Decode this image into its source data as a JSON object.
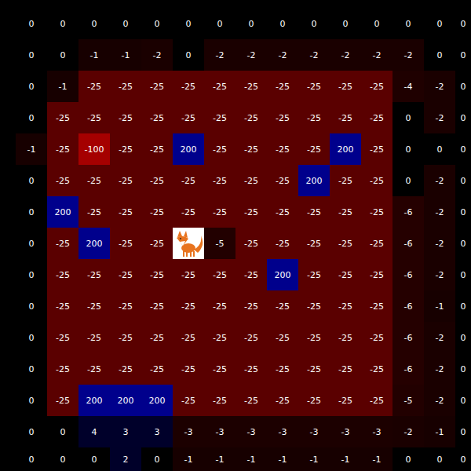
{
  "diagram": {
    "labels": [
      "0",
      "0",
      "0",
      "0",
      "0",
      "0",
      "0",
      "0",
      "0",
      "0",
      "0",
      "0",
      "0",
      "0",
      "0",
      "0",
      "0",
      "-1",
      "-1",
      "-2",
      "0",
      "-2",
      "-2",
      "-2",
      "-2",
      "-2",
      "-2",
      "-2",
      "0",
      "0",
      "0",
      "-1",
      "-25",
      "-25",
      "-25",
      "-25",
      "-25",
      "-25",
      "-25",
      "-25",
      "-25",
      "-25",
      "-4",
      "-2",
      "0",
      "0",
      "-25",
      "-25",
      "-25",
      "-25",
      "-25",
      "-25",
      "-25",
      "-25",
      "-25",
      "-25",
      "-25",
      "0",
      "-2",
      "0",
      "-1",
      "-25",
      "-100",
      "-25",
      "-25",
      "200",
      "-25",
      "-25",
      "-25",
      "-25",
      "200",
      "-25",
      "0",
      "0",
      "0",
      "0",
      "-25",
      "-25",
      "-25",
      "-25",
      "-25",
      "-25",
      "-25",
      "-25",
      "200",
      "-25",
      "-25",
      "0",
      "-2",
      "0",
      "0",
      "200",
      "-25",
      "-25",
      "-25",
      "-25",
      "-25",
      "-25",
      "-25",
      "-25",
      "-25",
      "-25",
      "-6",
      "-2",
      "0",
      "0",
      "-25",
      "200",
      "-25",
      "-25",
      "-5",
      "-25",
      "-25",
      "-25",
      "-25",
      "-25",
      "-6",
      "-2",
      "0",
      "0",
      "-25",
      "-25",
      "-25",
      "-25",
      "-25",
      "-25",
      "-25",
      "200",
      "-25",
      "-25",
      "-25",
      "-6",
      "-2",
      "0",
      "0",
      "-25",
      "-25",
      "-25",
      "-25",
      "-25",
      "-25",
      "-25",
      "-25",
      "-25",
      "-25",
      "-25",
      "-6",
      "-1",
      "0",
      "0",
      "-25",
      "-25",
      "-25",
      "-25",
      "-25",
      "-25",
      "-25",
      "-25",
      "-25",
      "-25",
      "-25",
      "-6",
      "-2",
      "0",
      "0",
      "-25",
      "-25",
      "-25",
      "-25",
      "-25",
      "-25",
      "-25",
      "-25",
      "-25",
      "-25",
      "-25",
      "-6",
      "-2",
      "0",
      "0",
      "-25",
      "200",
      "200",
      "200",
      "-25",
      "-25",
      "-25",
      "-25",
      "-25",
      "-25",
      "-25",
      "-5",
      "-2",
      "0",
      "0",
      "0",
      "4",
      "3",
      "3",
      "-3",
      "-3",
      "-3",
      "-3",
      "-3",
      "-3",
      "-3",
      "-2",
      "-1",
      "0",
      "0",
      "0",
      "0",
      "2",
      "0",
      "-1",
      "-1",
      "-1",
      "-1",
      "-1",
      "-1",
      "-1",
      "0",
      "0",
      "0"
    ]
  }
}
